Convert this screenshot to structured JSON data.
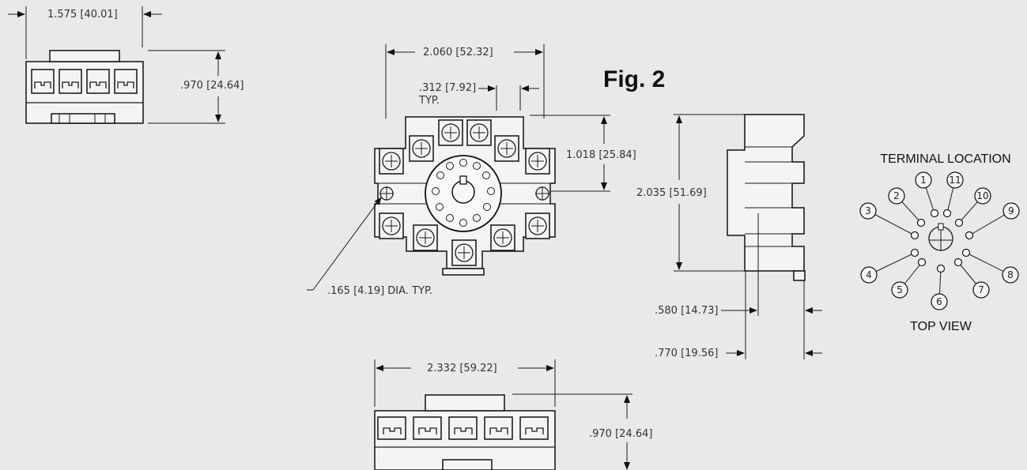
{
  "figure_label": "Fig. 2",
  "dimensions": {
    "side_width": "1.575 [40.01]",
    "side_height": ".970 [24.64]",
    "top_width": "2.060 [52.32]",
    "pitch": ".312 [7.92]",
    "pitch_note": "TYP.",
    "terminal_row": "1.018 [25.84]",
    "hole_dia": ".165 [4.19] DIA. TYP.",
    "total_height": "2.035 [51.69]",
    "depth_a": ".580 [14.73]",
    "depth_b": ".770 [19.56]",
    "front_width": "2.332 [59.22]",
    "front_height": ".970 [24.64]"
  },
  "terminal_location": {
    "title": "TERMINAL LOCATION",
    "subtitle": "TOP VIEW",
    "pins": [
      "1",
      "2",
      "3",
      "4",
      "5",
      "6",
      "7",
      "8",
      "9",
      "10",
      "11"
    ]
  },
  "body_pin_labels": [
    "1",
    "11",
    "2",
    "10",
    "3",
    "9",
    "4",
    "8",
    "5",
    "7",
    "6"
  ]
}
